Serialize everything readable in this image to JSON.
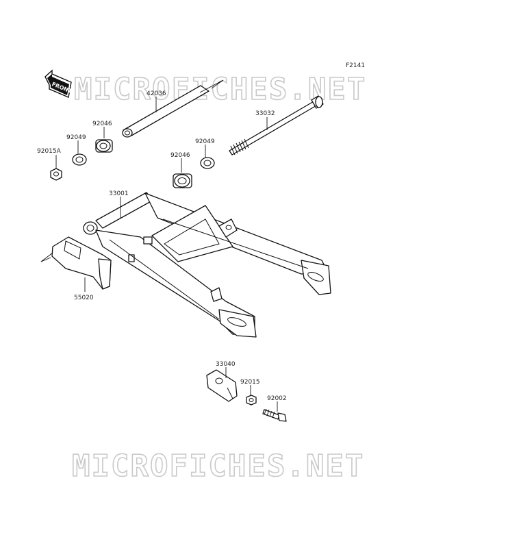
{
  "figure_code": "F2141",
  "watermark": "MICROFICHES.NET",
  "front_badge": "FRONT",
  "parts": [
    {
      "id": "p42036",
      "number": "42036"
    },
    {
      "id": "p33032",
      "number": "33032"
    },
    {
      "id": "p92046a",
      "number": "92046"
    },
    {
      "id": "p92049a",
      "number": "92049"
    },
    {
      "id": "p92015A",
      "number": "92015A"
    },
    {
      "id": "p92049b",
      "number": "92049"
    },
    {
      "id": "p92046b",
      "number": "92046"
    },
    {
      "id": "p33001",
      "number": "33001"
    },
    {
      "id": "p55020",
      "number": "55020"
    },
    {
      "id": "p33040",
      "number": "33040"
    },
    {
      "id": "p92015",
      "number": "92015"
    },
    {
      "id": "p92002",
      "number": "92002"
    }
  ]
}
